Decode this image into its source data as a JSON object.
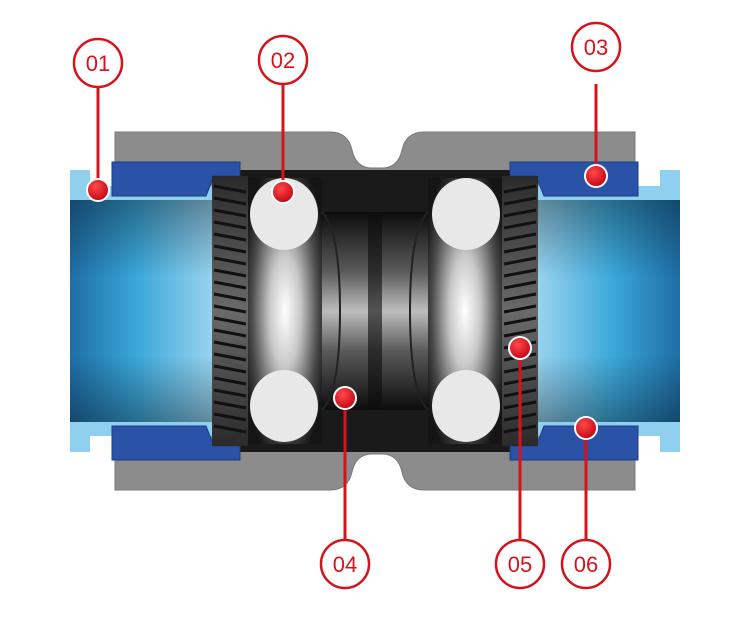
{
  "diagram": {
    "title": "",
    "callouts": [
      {
        "id": "01",
        "label": "01"
      },
      {
        "id": "02",
        "label": "02"
      },
      {
        "id": "03",
        "label": "03"
      },
      {
        "id": "04",
        "label": "04"
      },
      {
        "id": "05",
        "label": "05"
      },
      {
        "id": "06",
        "label": "06"
      }
    ],
    "colors": {
      "callout": "#d4141c",
      "body_grey": "#8c8c8c",
      "pipe_blue": "#3aa7d8",
      "collet_blue": "#2a53a8",
      "seat_dark": "#1a1a1a"
    }
  }
}
